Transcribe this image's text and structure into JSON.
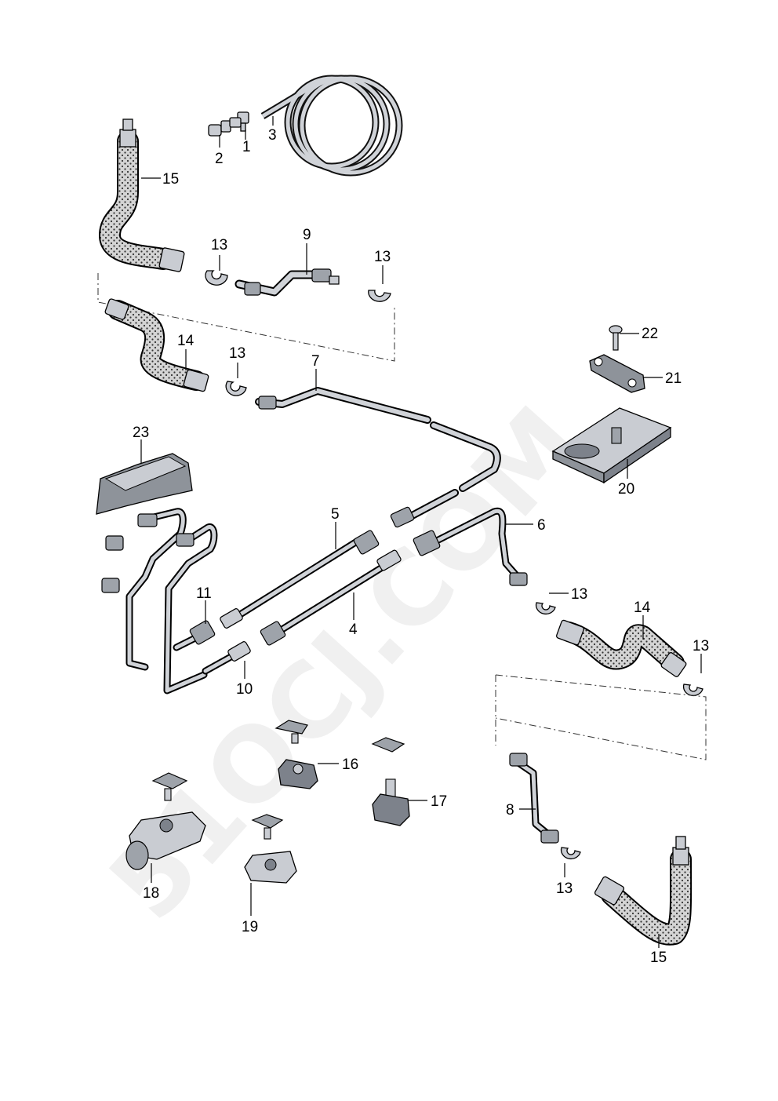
{
  "callouts": {
    "c1": "1",
    "c2": "2",
    "c3": "3",
    "c4": "4",
    "c5": "5",
    "c6": "6",
    "c7": "7",
    "c8": "8",
    "c9": "9",
    "c10": "10",
    "c11": "11",
    "c13a": "13",
    "c13b": "13",
    "c13c": "13",
    "c13d": "13",
    "c13e": "13",
    "c13f": "13",
    "c14a": "14",
    "c14b": "14",
    "c15a": "15",
    "c15b": "15",
    "c16": "16",
    "c17": "17",
    "c18": "18",
    "c19": "19",
    "c20": "20",
    "c21": "21",
    "c22": "22",
    "c23": "23"
  },
  "watermark": "51QCJ.COM",
  "colors": {
    "line": "#000000",
    "part_fill": "#c9ccd2",
    "part_dark": "#7d828b",
    "hose_fill": "#d9d9d9"
  }
}
